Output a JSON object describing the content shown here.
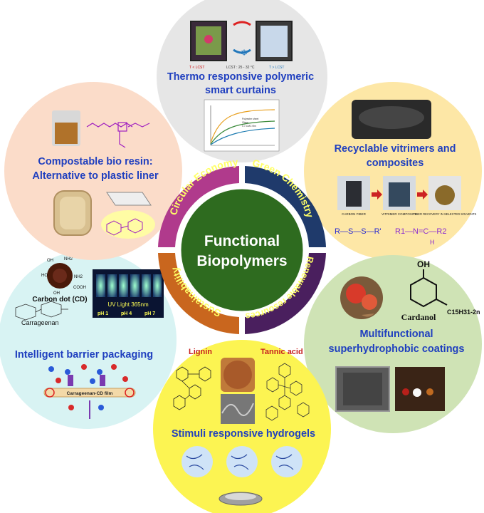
{
  "center": {
    "title_line1": "Functional",
    "title_line2": "Biopolymers"
  },
  "ring_segments": [
    {
      "label": "Circular Economy",
      "color": "#b03a8c"
    },
    {
      "label": "Green Chemistry",
      "color": "#1f3a6b"
    },
    {
      "label": "Renewable resources",
      "color": "#4a1f5e"
    },
    {
      "label": "Sustainability",
      "color": "#c9661e"
    }
  ],
  "satellites": [
    {
      "id": "thermo",
      "title_line1": "Thermo responsive polymeric",
      "title_line2": "smart curtains",
      "fill": "#e6e6e6",
      "captions": {
        "low": "T < LCST",
        "mid": "LCST : 25 - 32 °C",
        "high": "T > LCST"
      },
      "legend": [
        "Polyester sheet",
        "Glass",
        "0.7-CMC film"
      ]
    },
    {
      "id": "vitrimers",
      "title_line1": "Recyclable vitrimers and",
      "title_line2": "composites",
      "fill": "#fde7a6",
      "captions": [
        "CARBON FIBER",
        "VITRIMER COMPOSITE",
        "FIBER RECOVERY IN SELECTED SOLVENTS"
      ],
      "formula_left": "R—S—S—R'",
      "formula_right": "R1—N=C—R2",
      "formula_h": "H"
    },
    {
      "id": "superhydro",
      "title_line1": "Multifunctional",
      "title_line2": "superhydrophobic coatings",
      "fill": "#cfe3b5",
      "chem_label": "Cardanol",
      "chem_oh": "OH",
      "chem_chain": "C15H31-2n"
    },
    {
      "id": "hydrogels",
      "title_line1": "Stimuli responsive hydrogels",
      "fill": "#fcf452",
      "labels": {
        "lignin": "Lignin",
        "tannic": "Tannic acid"
      }
    },
    {
      "id": "barrier",
      "title_line1": "Intelligent barrier packaging",
      "fill": "#d8f3f3",
      "carbon_dot": "Carbon dot (CD)",
      "carrageenan": "Carrageenan",
      "uv_light": "UV Light 365nm",
      "ph_labels": [
        "pH 1",
        "pH 4",
        "pH 7"
      ],
      "film": "Carrageenan-CD film"
    },
    {
      "id": "bioresin",
      "title_line1": "Compostable bio resin:",
      "title_line2": "Alternative to plastic liner",
      "fill": "#fbdcc9"
    }
  ],
  "colors": {
    "title_blue": "#1f3fbf",
    "center_green": "#2e6b1f",
    "ring_text": "#ffff66"
  }
}
